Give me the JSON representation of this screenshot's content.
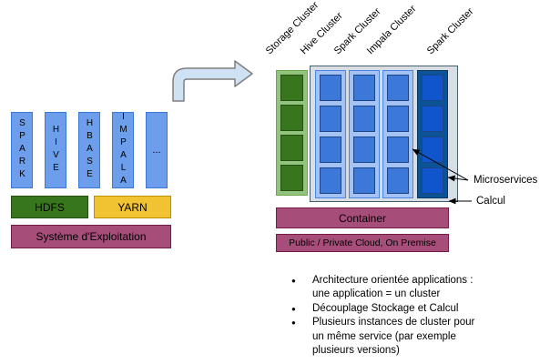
{
  "left_stack": {
    "services": [
      {
        "label": "SPARK"
      },
      {
        "label": "HIVE"
      },
      {
        "label": "HBASE"
      },
      {
        "label": "IMPALA"
      },
      {
        "label": "..."
      }
    ],
    "hdfs": "HDFS",
    "yarn": "YARN",
    "os": "Système d'Exploitation"
  },
  "right_stack": {
    "column_labels": [
      "Storage Cluster",
      "Hive Cluster",
      "Spark Cluster",
      "Impala Cluster",
      "Spark Cluster"
    ],
    "container": "Container",
    "cloud": "Public / Private Cloud, On Premise",
    "annotations": {
      "microservices": "Microservices",
      "calcul": "Calcul"
    }
  },
  "bullets": [
    {
      "lines": [
        "Architecture orientée applications :",
        "une application = un cluster"
      ]
    },
    {
      "lines": [
        "Découplage Stockage et Calcul"
      ]
    },
    {
      "lines": [
        "Plusieurs instances de cluster pour",
        "un même service (par exemple",
        "plusieurs versions)"
      ]
    }
  ],
  "colors": {
    "service_blue": "#6d9eeb",
    "hdfs_green": "#38761d",
    "yarn_yellow": "#f1c232",
    "magenta": "#a64d79",
    "storage_light_green": "#93c47d",
    "storage_node_green": "#38761d",
    "column_light_blue": "#a4c2f4",
    "node_blue": "#3c78d8",
    "dark_column_blue": "#0b5394",
    "dark_node_blue": "#1155cc",
    "compute_container_bg": "#d8dee3",
    "flow_arrow_fill": "#cfe2f3"
  }
}
